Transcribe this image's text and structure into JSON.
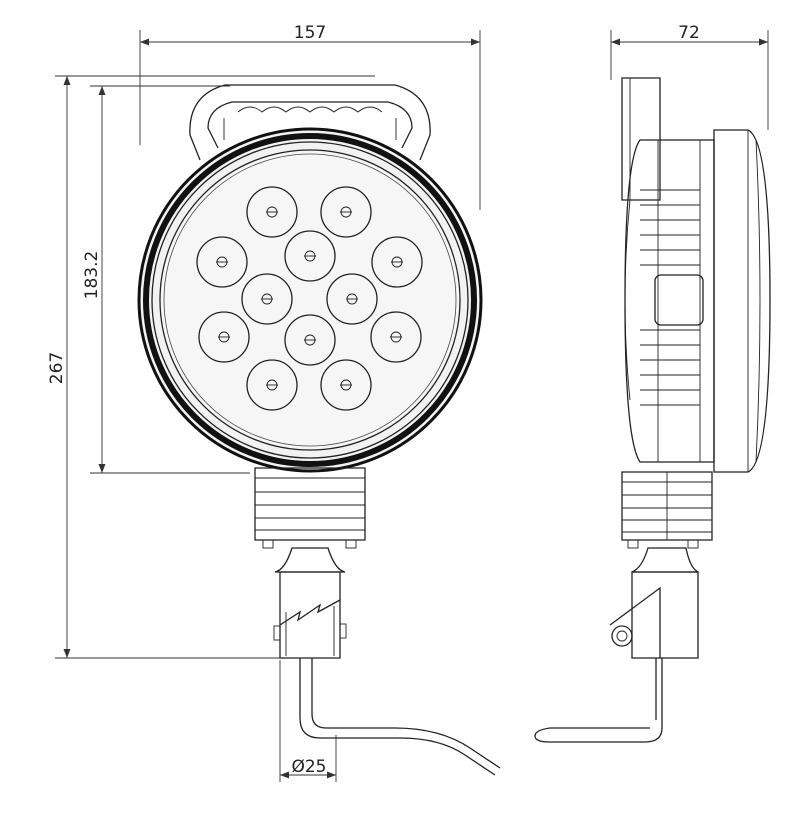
{
  "dimensions": {
    "front_width": "157",
    "side_depth": "72",
    "total_height": "267",
    "lamp_height": "183.2",
    "mount_diameter": "Ø25"
  }
}
